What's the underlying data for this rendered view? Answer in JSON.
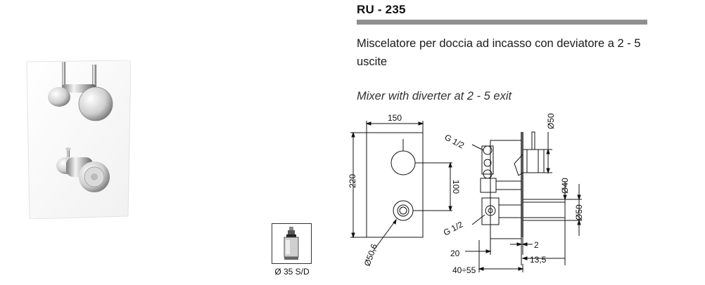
{
  "product": {
    "code": "RU - 235",
    "description_it": "Miscelatore per doccia ad incasso con deviatore a 2 - 5 uscite",
    "description_en": "Mixer with diverter at 2 - 5 exit"
  },
  "cartridge": {
    "label": "Ø 35 S/D"
  },
  "drawing": {
    "plate_width": "150",
    "plate_height": "220",
    "knob_spacing": "100",
    "knob_diameter": "Ø50,6",
    "inlet_top": "G 1/2",
    "inlet_bottom": "G 1/2",
    "lever_diameter": "Ø50",
    "body_diameter": "Ø40",
    "knob_side_diameter": "Ø50",
    "depth_min": "20",
    "plate_thickness": "2",
    "projection": "13,5",
    "depth_range": "40÷55"
  }
}
